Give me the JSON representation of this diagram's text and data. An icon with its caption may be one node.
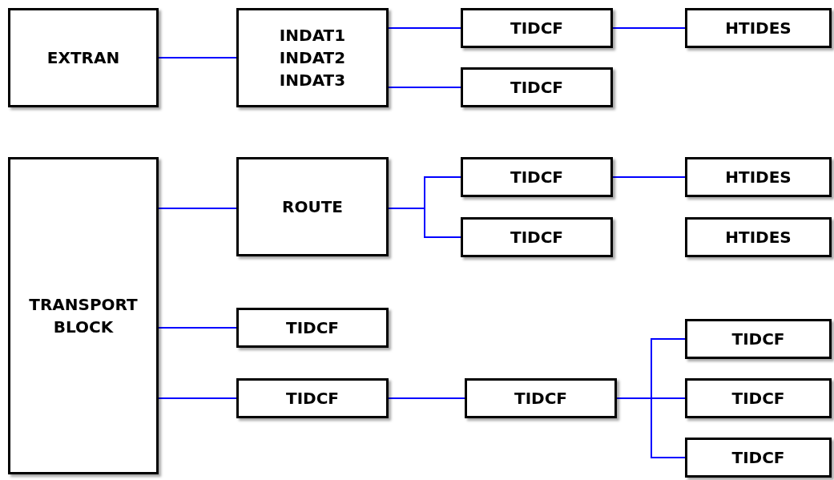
{
  "diagram": {
    "nodes": [
      {
        "text": [
          "EXTRAN"
        ]
      },
      {
        "text": [
          "INDAT1 INDAT2 INDAT3"
        ]
      },
      {
        "text": [
          "TIDCF"
        ]
      },
      {
        "text": [
          "HTIDES"
        ]
      },
      {
        "text": [
          "TIDCF"
        ]
      },
      {
        "text": [
          "TRANSPORT BLOCK"
        ]
      },
      {
        "text": [
          "ROUTE"
        ]
      },
      {
        "text": [
          "TIDCF"
        ]
      },
      {
        "text": [
          "HTIDES"
        ]
      },
      {
        "text": [
          "TIDCF"
        ]
      },
      {
        "text": [
          "HTIDES"
        ]
      },
      {
        "text": [
          "TIDCF"
        ]
      },
      {
        "text": [
          "TIDCF"
        ]
      },
      {
        "text": [
          "TIDCF"
        ]
      },
      {
        "text": [
          "TIDCF"
        ]
      },
      {
        "text": [
          "TIDCF"
        ]
      },
      {
        "text": [
          "TIDCF"
        ]
      }
    ],
    "edges": [
      {
        "from": 0,
        "to": 1,
        "arrow": "none"
      },
      {
        "from": 1,
        "to": 2,
        "arrow": "none"
      },
      {
        "from": 1,
        "to": 4,
        "arrow": "none"
      },
      {
        "from": 2,
        "to": 3,
        "arrow": "none"
      },
      {
        "from": 5,
        "to": 6,
        "arrow": "none"
      },
      {
        "from": 6,
        "to": 7,
        "arrow": "none"
      },
      {
        "from": 6,
        "to": 9,
        "arrow": "none"
      },
      {
        "from": 7,
        "to": 8,
        "arrow": "none"
      },
      {
        "from": 5,
        "to": 11,
        "arrow": "none"
      },
      {
        "from": 5,
        "to": 12,
        "arrow": "none"
      },
      {
        "from": 12,
        "to": 13,
        "arrow": "none"
      },
      {
        "from": 13,
        "to": 14,
        "arrow": "none"
      },
      {
        "from": 13,
        "to": 15,
        "arrow": "none"
      },
      {
        "from": 13,
        "to": 16,
        "arrow": "none"
      }
    ]
  }
}
